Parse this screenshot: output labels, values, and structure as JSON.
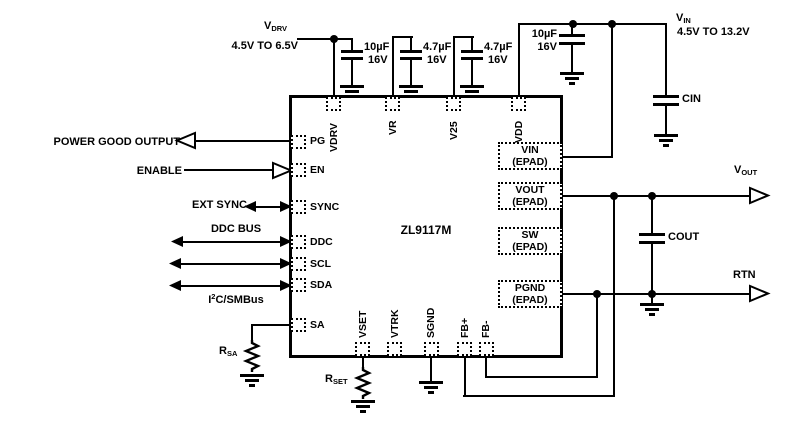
{
  "chip": {
    "part_number": "ZL9117M",
    "pins_left": [
      "PG",
      "EN",
      "SYNC",
      "DDC",
      "SCL",
      "SDA",
      "SA"
    ],
    "pins_top": [
      "VDRV",
      "VR",
      "V25",
      "VDD"
    ],
    "pins_bottom": [
      "VSET",
      "VTRK",
      "SGND",
      "FB+",
      "FB-"
    ],
    "pads_right": [
      {
        "name": "VIN",
        "pkg": "(EPAD)"
      },
      {
        "name": "VOUT",
        "pkg": "(EPAD)"
      },
      {
        "name": "SW",
        "pkg": "(EPAD)"
      },
      {
        "name": "PGND",
        "pkg": "(EPAD)"
      }
    ]
  },
  "rails": {
    "vdrv": {
      "sym": "V",
      "sub": "DRV",
      "range": "4.5V TO 6.5V"
    },
    "vin": {
      "sym": "V",
      "sub": "IN",
      "range": "4.5V TO 13.2V"
    },
    "vout": {
      "sym": "V",
      "sub": "OUT"
    },
    "rtn": {
      "label": "RTN"
    }
  },
  "signals": {
    "power_good": "POWER GOOD OUTPUT",
    "enable": "ENABLE",
    "ext_sync": "EXT SYNC",
    "ddc_bus": "DDC BUS",
    "i2c": {
      "base": "I",
      "sup": "2",
      "rest": "C/SMBus"
    }
  },
  "components": {
    "cap_vdrv": {
      "value": "10µF",
      "voltage": "16V"
    },
    "cap_vr": {
      "value": "4.7µF",
      "voltage": "16V"
    },
    "cap_v25": {
      "value": "4.7µF",
      "voltage": "16V"
    },
    "cap_vdd": {
      "value": "10µF",
      "voltage": "16V"
    },
    "cin": {
      "label": "CIN"
    },
    "cout": {
      "label": "COUT"
    },
    "r_sa": {
      "sym": "R",
      "sub": "SA"
    },
    "r_set": {
      "sym": "R",
      "sub": "SET"
    }
  },
  "colors": {
    "ink": "#000000",
    "background": "#ffffff"
  }
}
